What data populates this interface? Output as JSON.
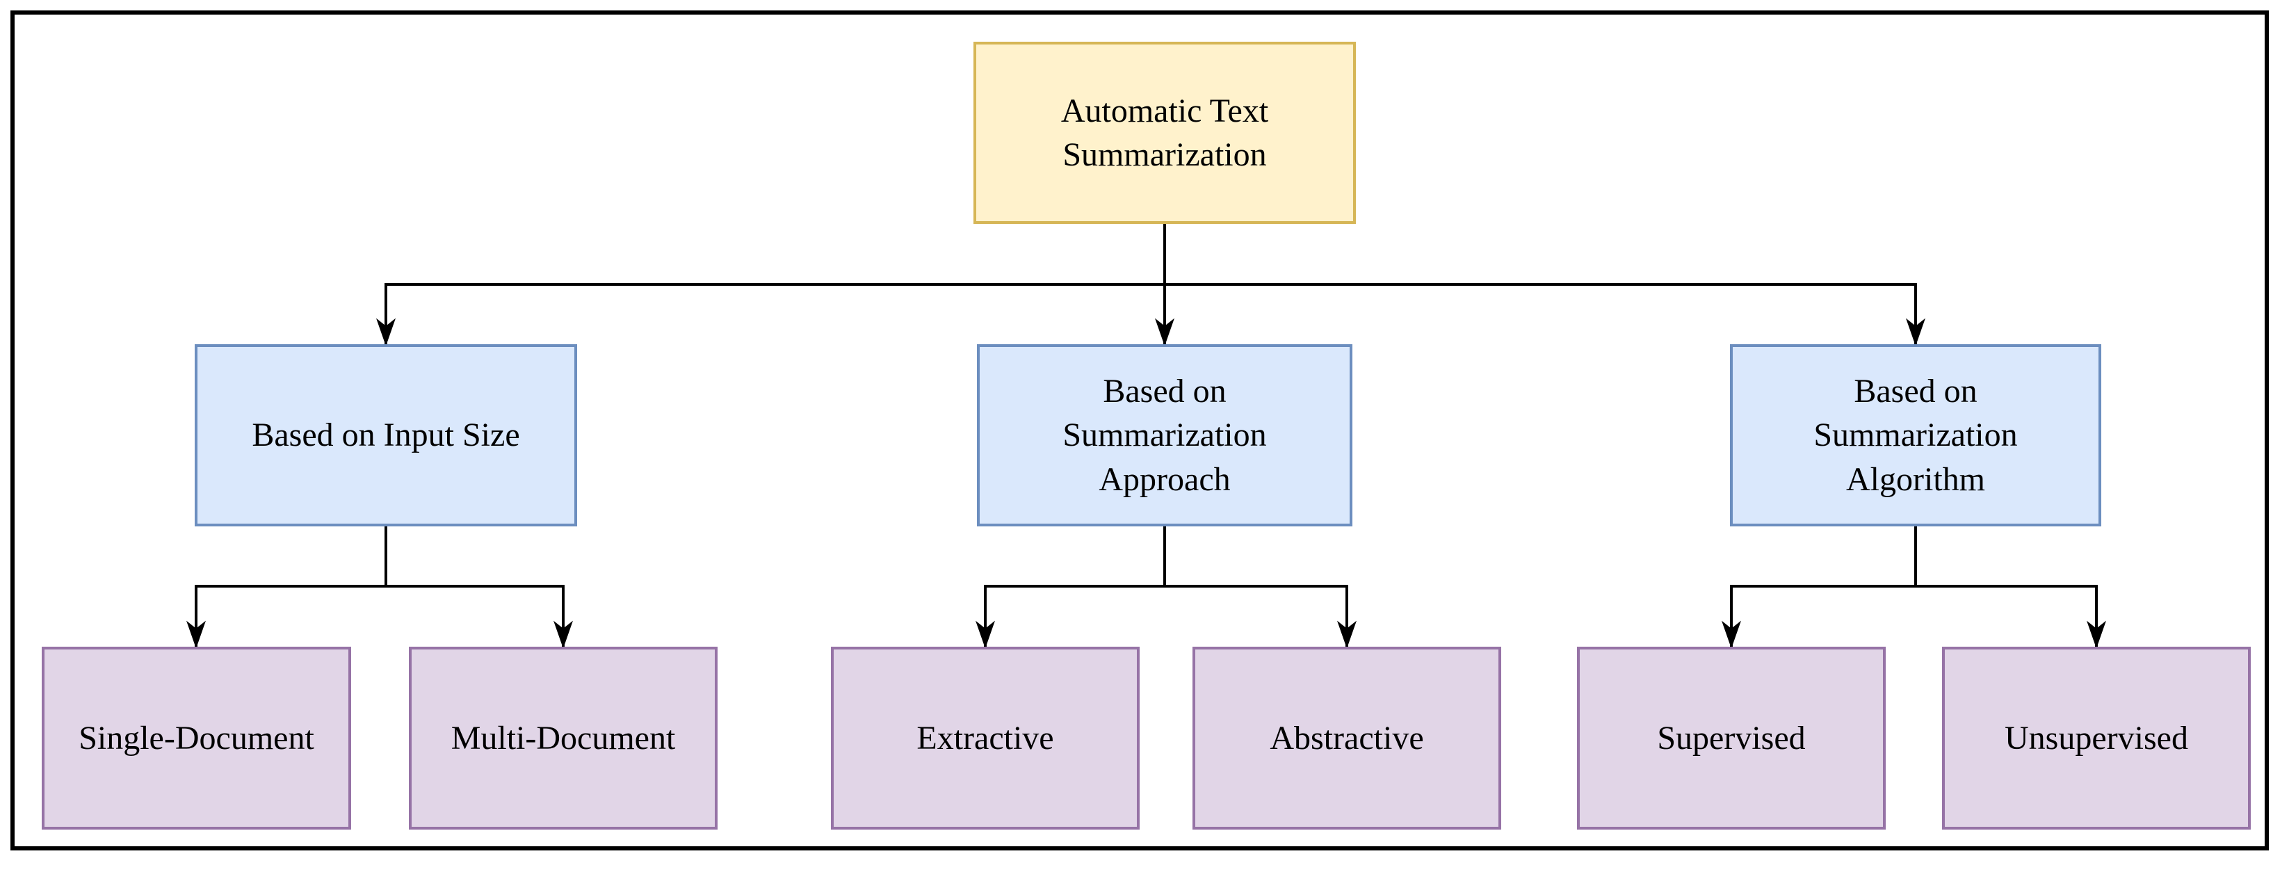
{
  "figure": {
    "background": "#FFFFFF",
    "frame_color": "#000000",
    "connector_color": "#000000",
    "text_color": "#000000"
  },
  "palette": {
    "root_fill": "#FFF2CC",
    "root_stroke": "#D6B656",
    "category_fill": "#DAE8FC",
    "category_stroke": "#6C8EBF",
    "leaf_fill": "#E1D5E7",
    "leaf_stroke": "#9673A6"
  },
  "nodes": {
    "root": {
      "label": "Automatic Text\nSummarization"
    },
    "categories": [
      {
        "label": "Based on Input Size",
        "children": [
          {
            "label": "Single-Document"
          },
          {
            "label": "Multi-Document"
          }
        ]
      },
      {
        "label": "Based on\nSummarization\nApproach",
        "children": [
          {
            "label": "Extractive"
          },
          {
            "label": "Abstractive"
          }
        ]
      },
      {
        "label": "Based on\nSummarization\nAlgorithm",
        "children": [
          {
            "label": "Supervised"
          },
          {
            "label": "Unsupervised"
          }
        ]
      }
    ]
  }
}
